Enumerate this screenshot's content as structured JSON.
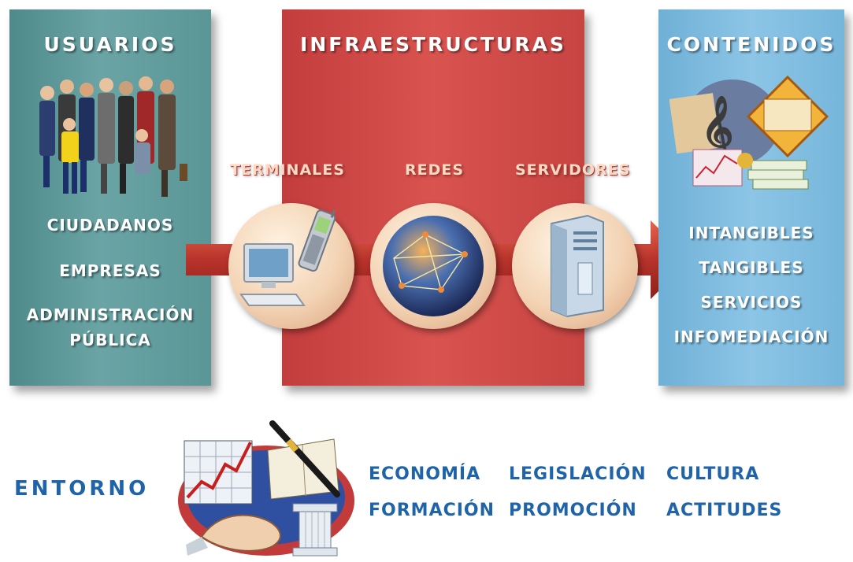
{
  "usuarios": {
    "title": "USUARIOS",
    "items": [
      "CIUDADANOS",
      "EMPRESAS",
      "ADMINISTRACIÓN",
      "PÚBLICA"
    ]
  },
  "infraestructuras": {
    "title": "INFRAESTRUCTURAS",
    "stages": [
      "TERMINALES",
      "REDES",
      "SERVIDORES"
    ]
  },
  "contenidos": {
    "title": "CONTENIDOS",
    "items": [
      "INTANGIBLES",
      "TANGIBLES",
      "SERVICIOS",
      "INFOMEDIACIÓN"
    ]
  },
  "entorno": {
    "title": "ENTORNO",
    "factors": [
      "ECONOMÍA",
      "LEGISLACIÓN",
      "CULTURA",
      "FORMACIÓN",
      "PROMOCIÓN",
      "ACTITUDES"
    ]
  },
  "colors": {
    "usuarios_panel": "#5b9697",
    "infraestructuras_panel": "#d24a46",
    "contenidos_panel": "#7fbce0",
    "entorno_text": "#1f63a8",
    "arrow": "#b8332b"
  },
  "icons": [
    "people-group-icon",
    "computer-terminal-icon",
    "mobile-phone-icon",
    "globe-network-icon",
    "server-icon",
    "media-collage-icon",
    "growth-chart-icon",
    "fountain-pen-icon",
    "handshake-icon",
    "column-icon"
  ]
}
